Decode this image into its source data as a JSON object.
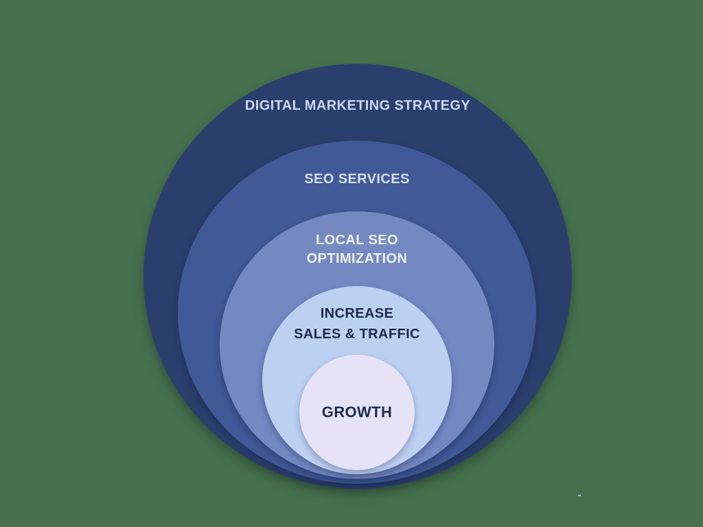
{
  "background_color": "#47714e",
  "diagram": {
    "type": "concentric-circles",
    "layers": [
      {
        "label": "DIGITAL MARKETING STRATEGY",
        "lines": [
          "DIGITAL MARKETING STRATEGY"
        ],
        "fill": "#2b3f6c",
        "text_color": "#c9d9f3"
      },
      {
        "label": "SEO SERVICES",
        "lines": [
          "SEO SERVICES"
        ],
        "fill": "#415997",
        "text_color": "#d3e0f7"
      },
      {
        "label": "LOCAL SEO OPTIMIZATION",
        "lines": [
          "LOCAL SEO",
          "OPTIMIZATION"
        ],
        "fill": "#7489c2",
        "text_color": "#eef3fb"
      },
      {
        "label": "INCREASE SALES & TRAFFIC",
        "lines": [
          "INCREASE",
          "SALES & TRAFFIC"
        ],
        "fill": "#bcd0f2",
        "text_color": "#1c2947"
      },
      {
        "label": "GROWTH",
        "lines": [
          "GROWTH"
        ],
        "fill": "#e6e3f6",
        "text_color": "#1f2c4e"
      }
    ]
  }
}
